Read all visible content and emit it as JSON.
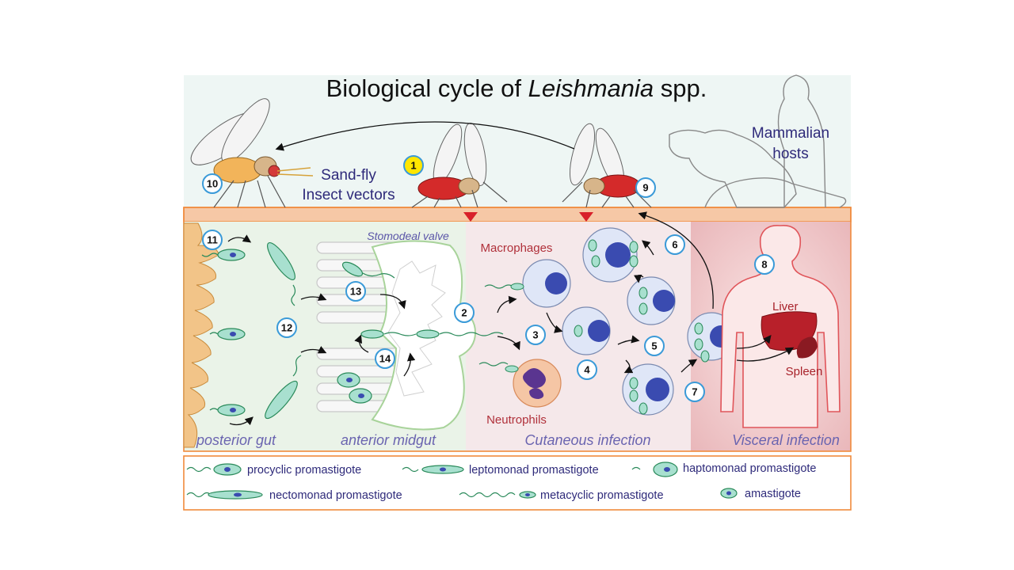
{
  "title": {
    "prefix": "Biological cycle of ",
    "genus": "Leishmania",
    "suffix": " spp."
  },
  "hosts": {
    "insect_line1": "Sand-fly",
    "insect_line2": "Insect vectors",
    "mammal_line1": "Mammalian",
    "mammal_line2": "hosts"
  },
  "regions": {
    "posterior_gut": "posterior gut",
    "anterior_midgut": "anterior midgut",
    "cutaneous": "Cutaneous infection",
    "visceral": "Visceral infection"
  },
  "labels": {
    "stomodeal_valve": "Stomodeal valve",
    "macrophages": "Macrophages",
    "neutrophils": "Neutrophils",
    "liver": "Liver",
    "spleen": "Spleen"
  },
  "steps": [
    "1",
    "2",
    "3",
    "4",
    "5",
    "6",
    "7",
    "8",
    "9",
    "10",
    "11",
    "12",
    "13",
    "14"
  ],
  "legend": [
    "procyclic promastigote",
    "leptomonad promastigote",
    "haptomonad promastigote",
    "nectomonad promastigote",
    "metacyclic promastigote",
    "amastigote"
  ],
  "colors": {
    "sky": "#eef6f4",
    "skin": "#f6c8a6",
    "gut_panel": "#eaf3e8",
    "cutaneous_panel": "#f5e8ea",
    "visceral_panel": "#eec5c7",
    "border": "#f08a3c",
    "parasite": "#a8e0cf",
    "parasite_stroke": "#2a8a5a",
    "macrophage": "#dfe6f7",
    "nucleus": "#3a4bb0",
    "step_ring": "#3a9ad8",
    "step1_fill": "#ffe600"
  }
}
